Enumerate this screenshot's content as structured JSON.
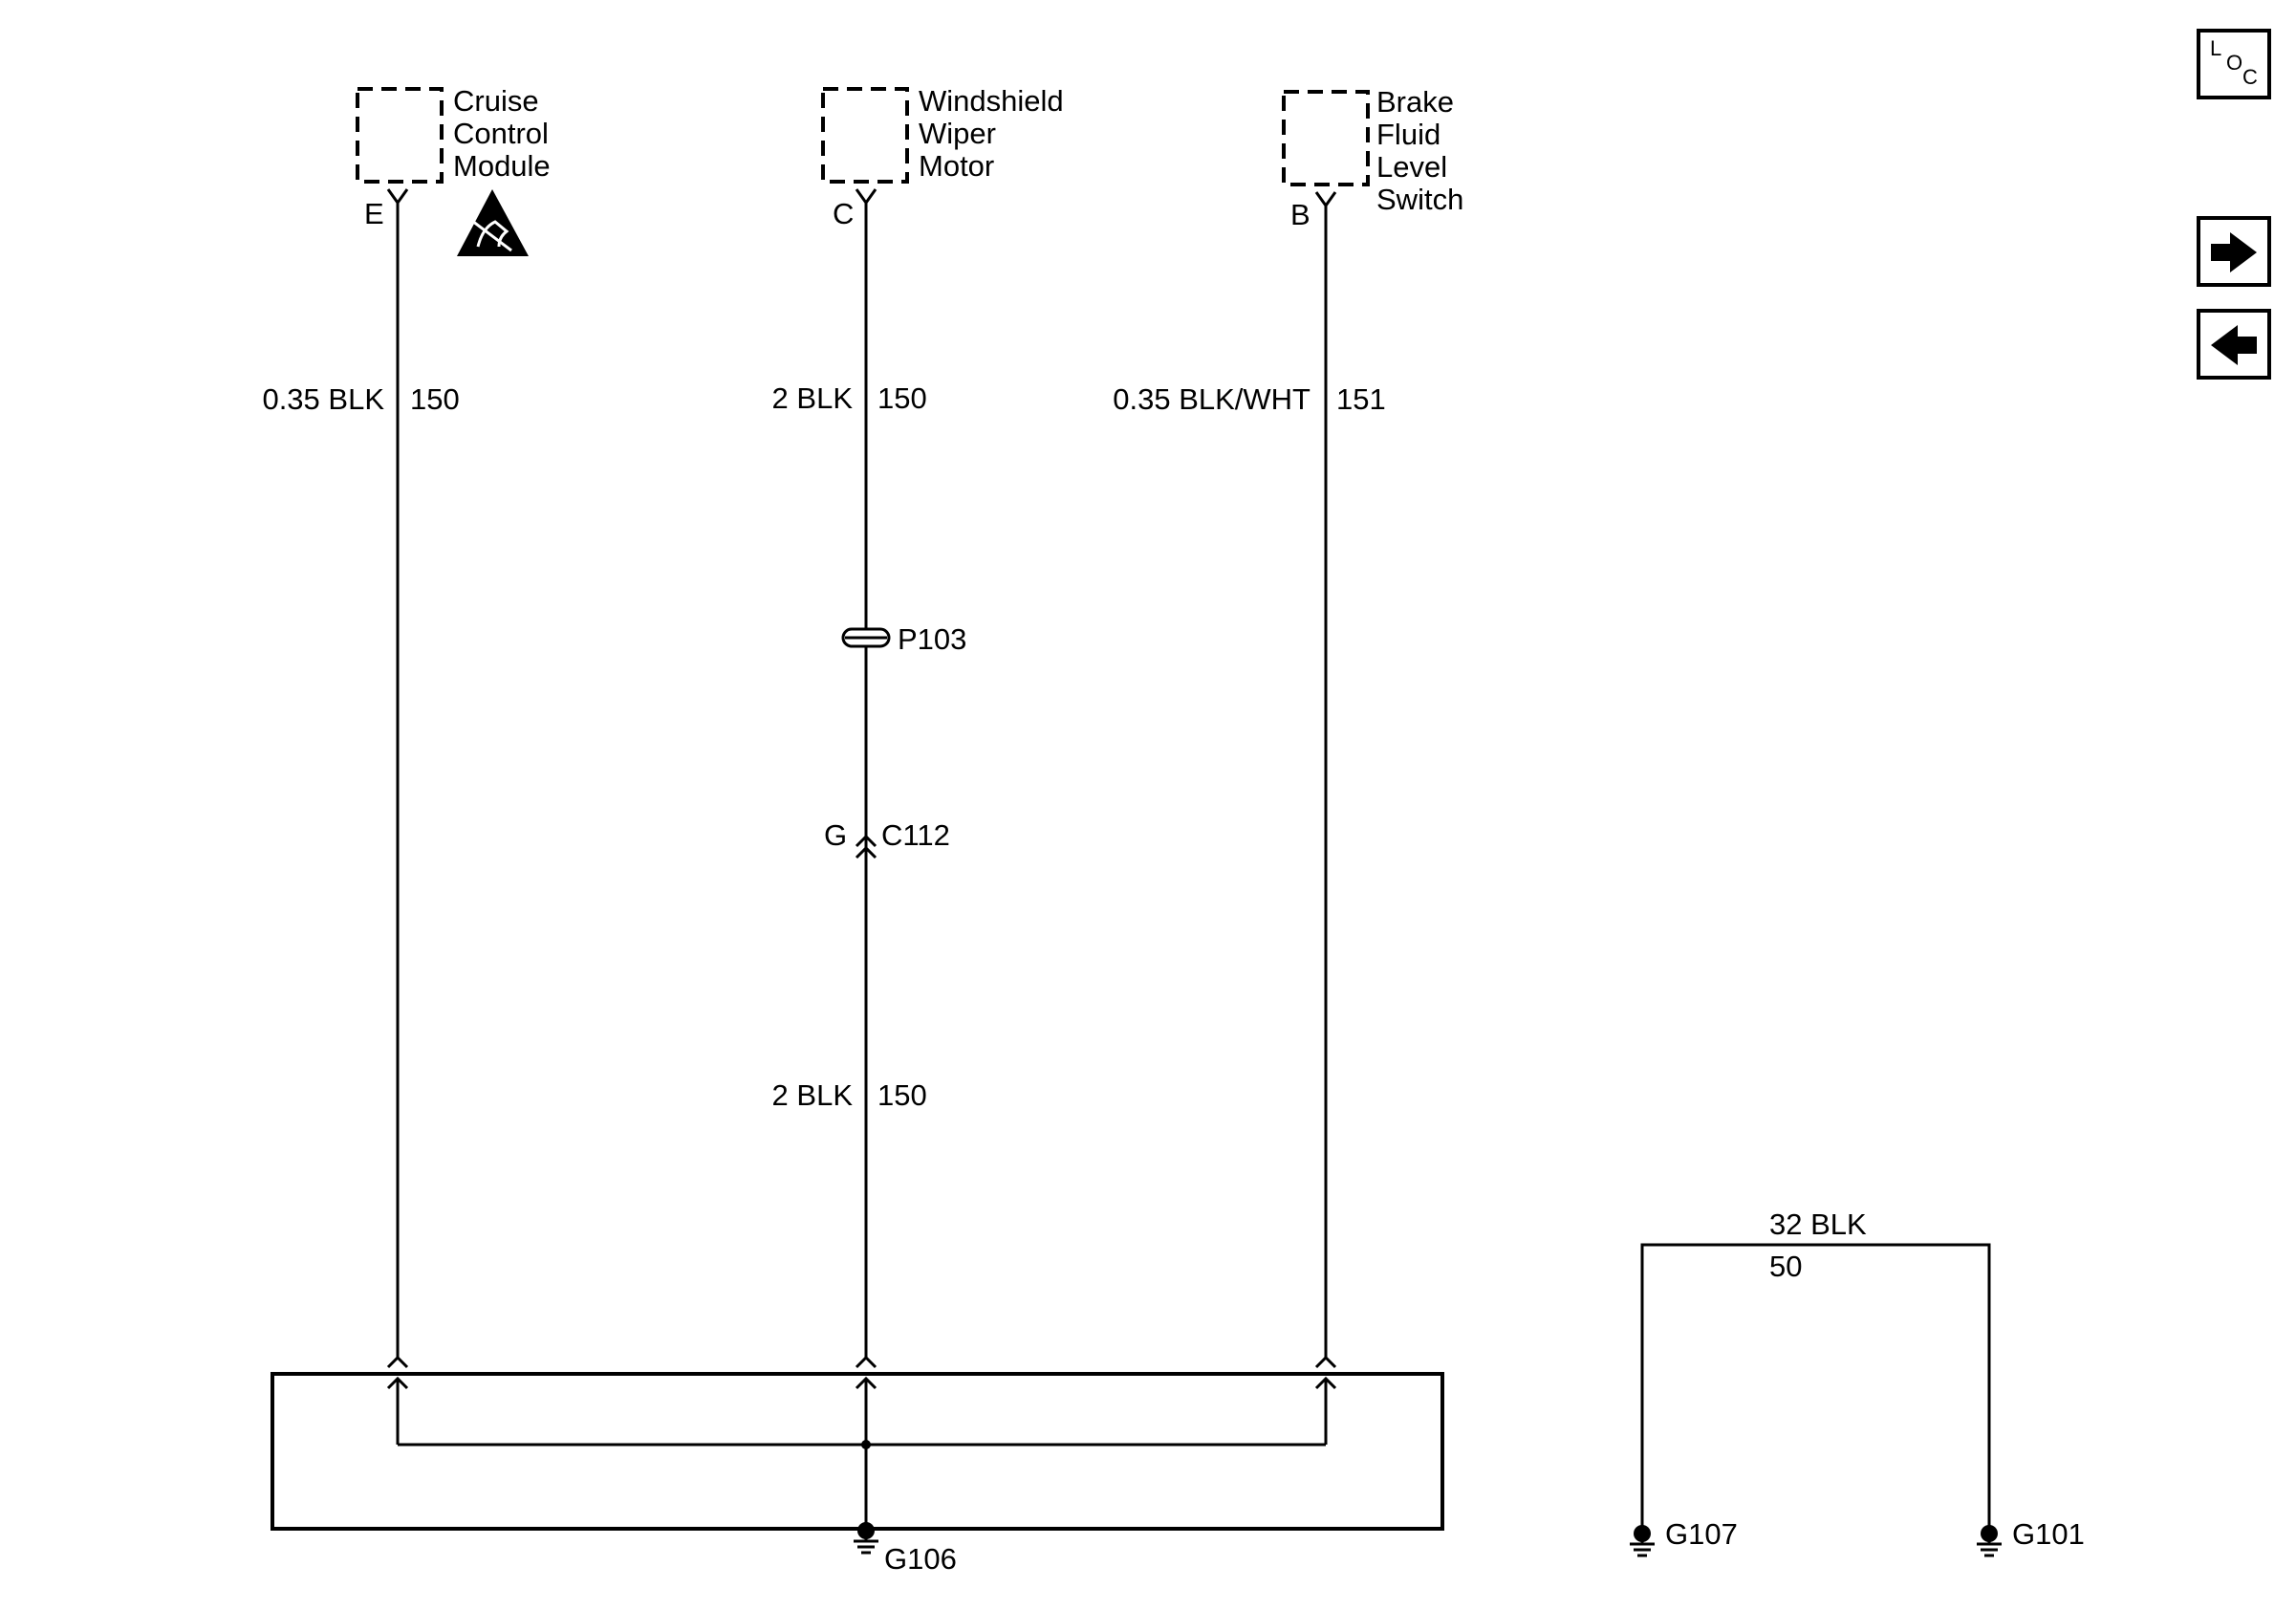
{
  "components": [
    {
      "id": "ccm",
      "name_lines": [
        "Cruise",
        "Control",
        "Module"
      ],
      "pin": "E",
      "wire_size_color": "0.35 BLK",
      "circuit": "150"
    },
    {
      "id": "wwm",
      "name_lines": [
        "Windshield",
        "Wiper",
        "Motor"
      ],
      "pin": "C",
      "wire_size_color": "2 BLK",
      "circuit": "150"
    },
    {
      "id": "bfls",
      "name_lines": [
        "Brake",
        "Fluid",
        "Level",
        "Switch"
      ],
      "pin": "B",
      "wire_size_color": "0.35 BLK/WHT",
      "circuit": "151"
    }
  ],
  "splice": {
    "label": "P103"
  },
  "connector": {
    "pin": "G",
    "label": "C112"
  },
  "lower_wire": {
    "wire_size_color": "2 BLK",
    "circuit": "150"
  },
  "ground_main": {
    "label": "G106"
  },
  "ground_pair": {
    "wire_size_color": "32 BLK",
    "circuit": "50",
    "left_label": "G107",
    "right_label": "G101"
  },
  "nav": {
    "loc_letters": [
      "L",
      "O",
      "C"
    ],
    "forward_icon": "arrow-right-icon",
    "back_icon": "arrow-left-icon"
  }
}
